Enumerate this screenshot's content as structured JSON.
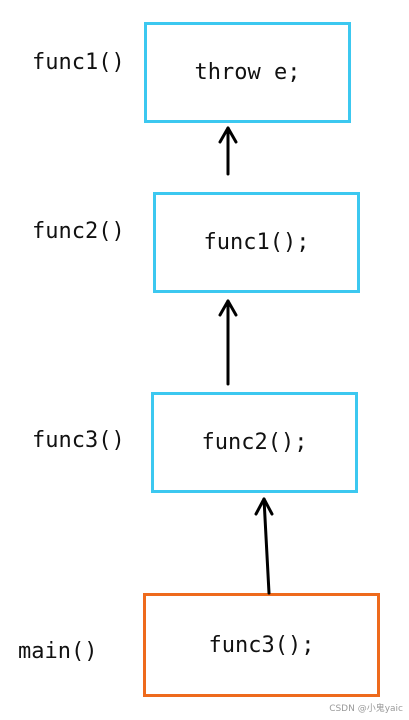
{
  "frames": [
    {
      "label": "func1()",
      "code": "throw e;",
      "border_color": "#3cc8f0"
    },
    {
      "label": "func2()",
      "code": "func1();",
      "border_color": "#3cc8f0"
    },
    {
      "label": "func3()",
      "code": "func2();",
      "border_color": "#3cc8f0"
    },
    {
      "label": "main()",
      "code": "func3();",
      "border_color": "#ee6a1c"
    }
  ],
  "watermark": "CSDN @小鬼yaic"
}
